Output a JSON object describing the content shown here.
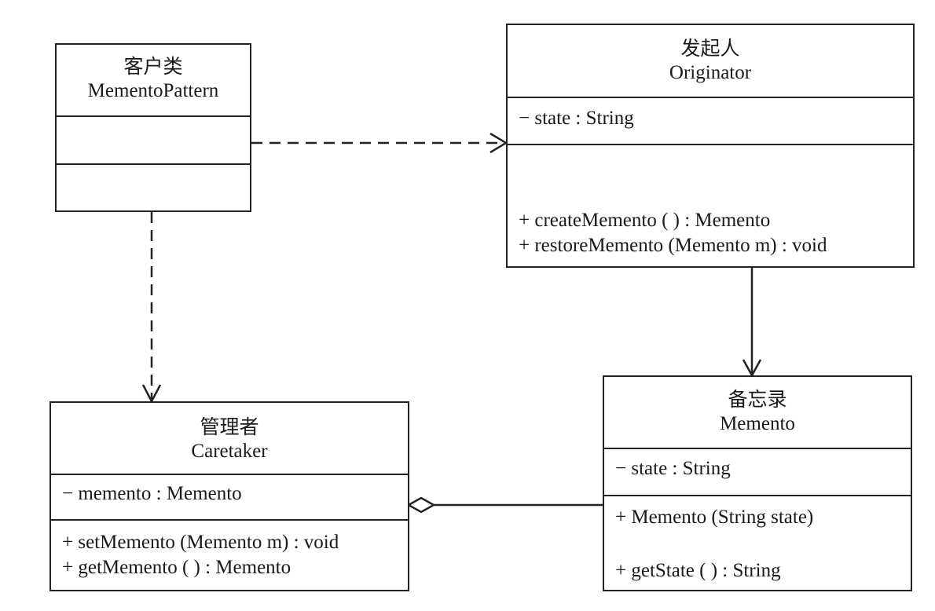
{
  "classes": {
    "client": {
      "title_cn": "客户类",
      "title_en": "MementoPattern",
      "attributes": [],
      "operations": []
    },
    "originator": {
      "title_cn": "发起人",
      "title_en": "Originator",
      "attributes": [
        "− state : String"
      ],
      "operations": [
        "+ createMemento ( ) : Memento",
        "+ restoreMemento (Memento m) : void"
      ]
    },
    "caretaker": {
      "title_cn": "管理者",
      "title_en": "Caretaker",
      "attributes": [
        "− memento : Memento"
      ],
      "operations": [
        "+ setMemento (Memento m) : void",
        "+ getMemento ( ) : Memento"
      ]
    },
    "memento": {
      "title_cn": "备忘录",
      "title_en": "Memento",
      "attributes": [
        "− state : String"
      ],
      "operations": [
        "+ Memento (String state)",
        "+ getState ( ) : String"
      ]
    }
  },
  "relationships": [
    {
      "from": "client",
      "to": "originator",
      "kind": "dependency"
    },
    {
      "from": "client",
      "to": "caretaker",
      "kind": "dependency"
    },
    {
      "from": "originator",
      "to": "memento",
      "kind": "association"
    },
    {
      "from": "caretaker",
      "to": "memento",
      "kind": "aggregation"
    }
  ]
}
